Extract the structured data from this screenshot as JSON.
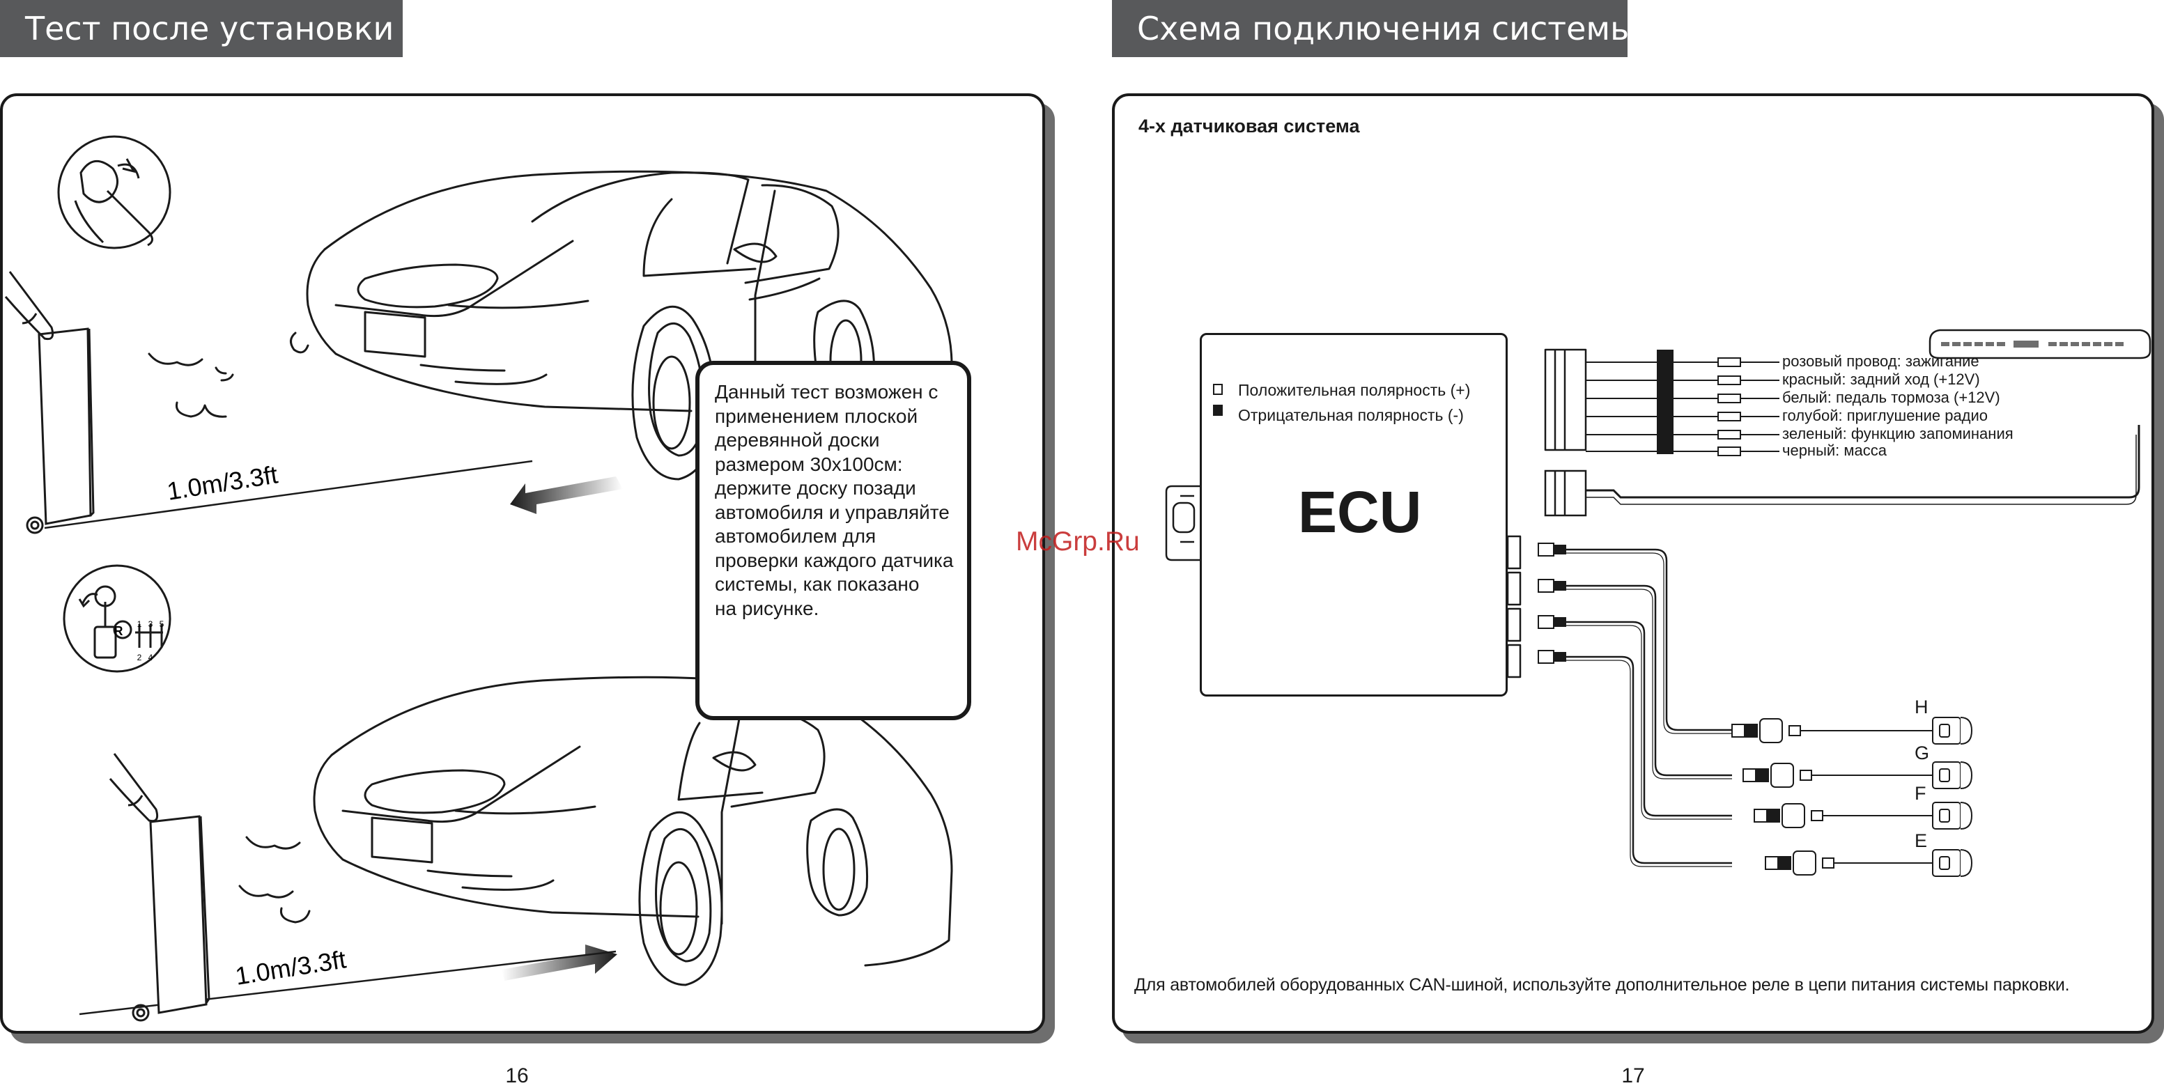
{
  "left_page": {
    "header": "Тест после установки",
    "distance_label_top": "1.0m/3.3ft",
    "distance_label_bottom": "1.0m/3.3ft",
    "callout_lines": [
      "Данный тест возможен с",
      "применением плоской",
      "деревянной доски",
      "размером 30x100см:",
      "держите доску позади",
      "автомобиля и управляйте",
      "автомобилем для",
      "проверки каждого датчика",
      "системы, как показано",
      "на рисунке."
    ],
    "gear_digits": [
      "R",
      "1",
      "3",
      "5",
      "2",
      "4"
    ],
    "page_number": "16"
  },
  "right_page": {
    "header": "Схема подключения системы",
    "diagram_title": "4-х датчиковая система",
    "ecu_label": "ECU",
    "polarity_positive": "Положительная полярность (+)",
    "polarity_negative": "Отрицательная полярность  (-)",
    "wire_labels": [
      "розовый провод: зажигание",
      "красный: задний ход (+12V)",
      "белый: педаль тормоза (+12V)",
      "голубой: приглушение радио",
      "зеленый: функцию запоминания",
      "черный: масса"
    ],
    "sensor_labels": [
      "H",
      "G",
      "F",
      "E"
    ],
    "footnote": "Для автомобилей оборудованных CAN-шиной, используйте дополнительное реле в цепи питания системы парковки.",
    "page_number": "17"
  },
  "watermark": "McGrp.Ru"
}
